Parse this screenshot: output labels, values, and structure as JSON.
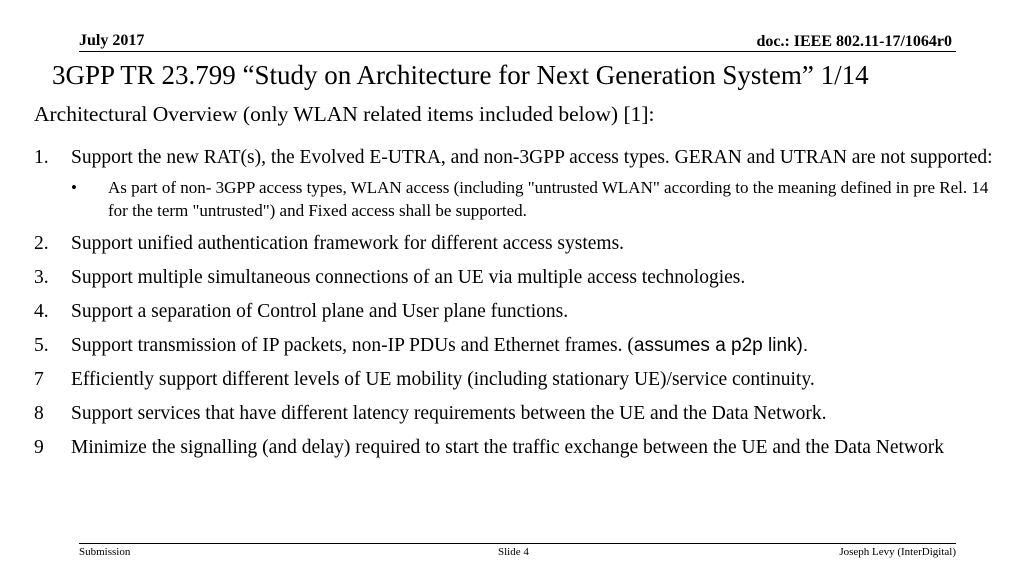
{
  "header": {
    "date": "July 2017",
    "doc": "doc.: IEEE 802.11-17/1064r0"
  },
  "title": "3GPP TR 23.799 “Study on Architecture for Next Generation System” 1/14",
  "subtitle": "Architectural Overview (only WLAN related items included below)  [1]:",
  "items": [
    {
      "num": "1.",
      "text": "Support the new RAT(s), the Evolved E-UTRA, and non-3GPP access types. GERAN and UTRAN are not supported:"
    },
    {
      "num": "2.",
      "text": "Support unified authentication framework for different access systems."
    },
    {
      "num": "3.",
      "text": "Support multiple simultaneous connections of an UE via multiple access technologies."
    },
    {
      "num": "4.",
      "text": "Support a separation of Control plane and User plane functions."
    },
    {
      "num": "5.",
      "text": "Support transmission of IP packets, non-IP PDUs and Ethernet frames. (",
      "text_extra": "assumes a p2p link)."
    },
    {
      "num": "7",
      "text": "Efficiently support different levels of UE mobility (including stationary UE)/service continuity."
    },
    {
      "num": "8",
      "text": "Support services that have different latency requirements between the UE and the Data Network."
    },
    {
      "num": "9",
      "text": "Minimize the signalling (and delay) required to start the traffic exchange between the UE and the Data Network"
    }
  ],
  "sub_bullets": [
    {
      "bullet": "•",
      "text": "As part of non- 3GPP access types, WLAN access (including \"untrusted WLAN\" according to the meaning defined in pre Rel. 14 for the term \"untrusted\") and Fixed access shall be supported."
    }
  ],
  "footer": {
    "left": "Submission",
    "center": "Slide 4",
    "right": "Joseph Levy (InterDigital)"
  }
}
